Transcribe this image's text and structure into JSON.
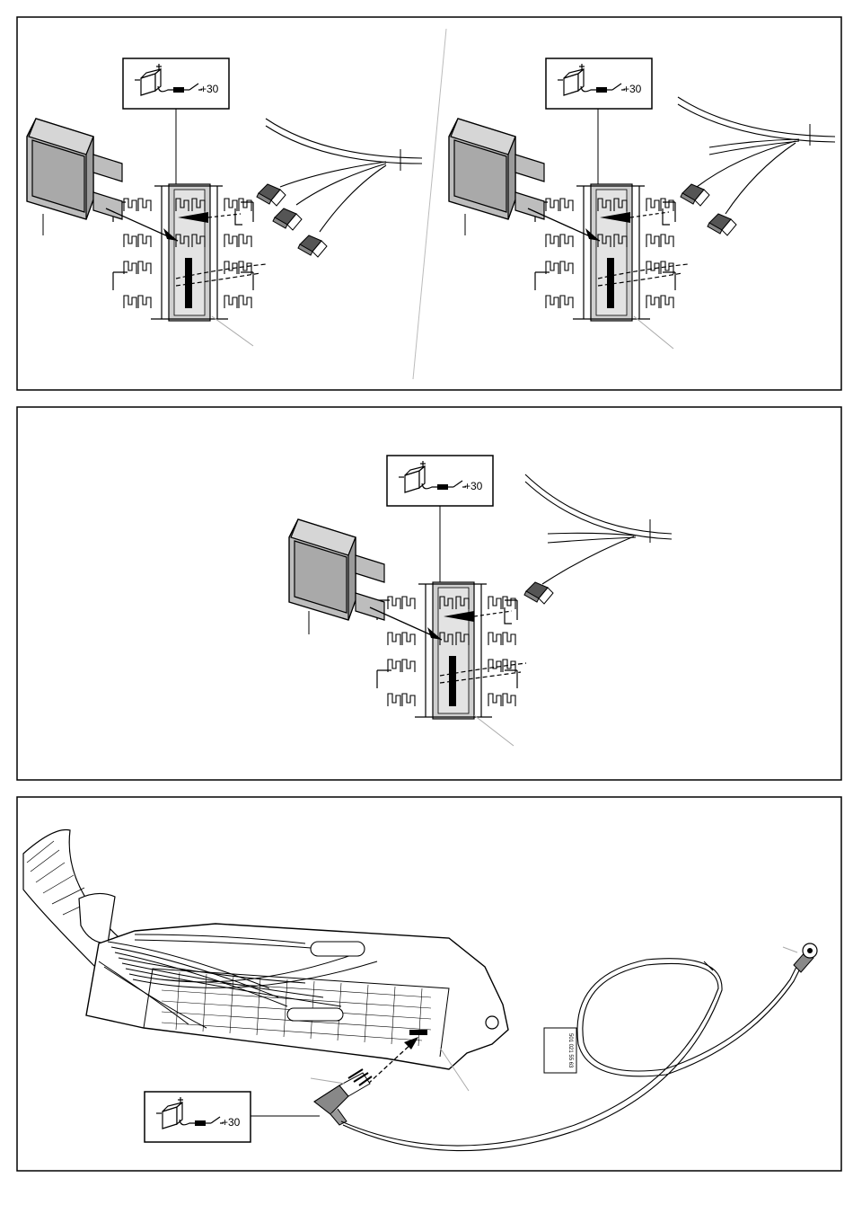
{
  "symbol_label": "+30",
  "tag_text": "501 021 55 63",
  "panels": [
    {
      "id": "panel-1",
      "name": "fuse insertion with three wire connectors (left)"
    },
    {
      "id": "panel-2",
      "name": "fuse insertion with two wire connectors (right)"
    },
    {
      "id": "panel-3",
      "name": "fuse insertion with single wire connector"
    },
    {
      "id": "panel-4",
      "name": "fuse box with harness and cable"
    }
  ],
  "colors": {
    "line": "#000000",
    "shade": "#cccccc",
    "fuse": "#bdbdbd",
    "frame": "#000000"
  }
}
